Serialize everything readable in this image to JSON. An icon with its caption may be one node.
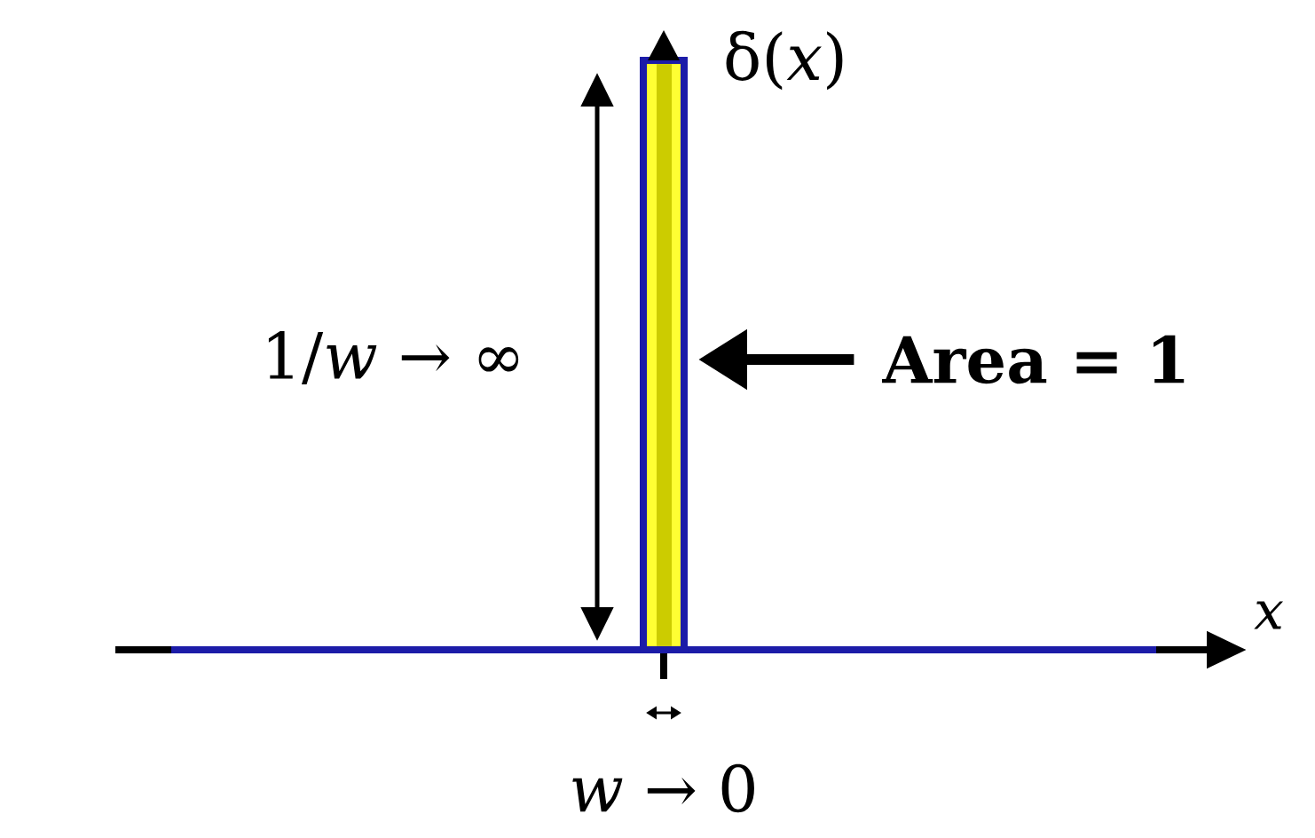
{
  "diagram": {
    "nodes": [
      {
        "text": [],
        "shape": "bar"
      },
      {
        "text": [
          "Area = 1"
        ]
      }
    ],
    "edges": [
      {
        "from": 1,
        "to": 0,
        "arrow": "to"
      }
    ],
    "labels": [
      "δ(*x*)",
      "1/*w* → ∞",
      "x",
      "*w* → 0"
    ]
  }
}
